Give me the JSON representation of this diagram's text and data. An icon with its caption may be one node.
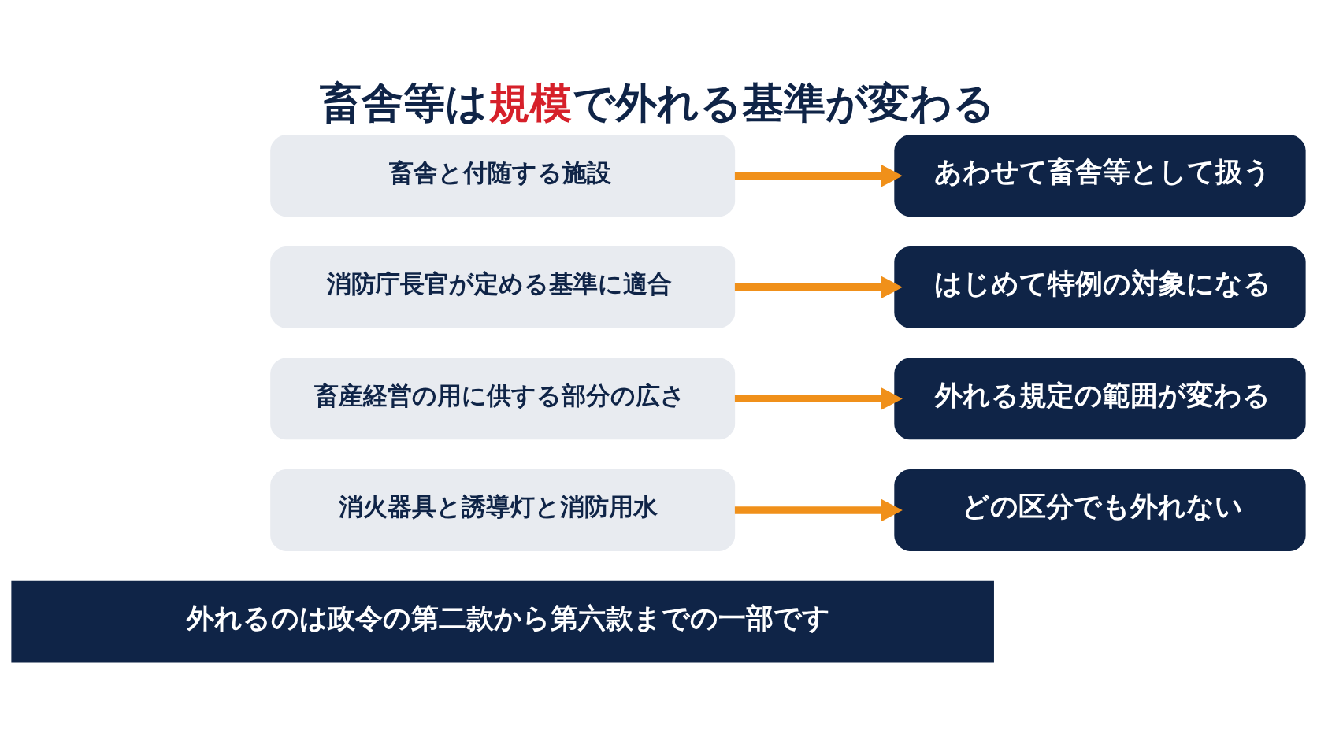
{
  "diagram": {
    "title": "畜舎等は**規模**で外れる基準が変わる",
    "nodes": [
      {
        "text": [
          "畜舎と付随する施設"
        ]
      },
      {
        "text": [
          "消防庁長官が定める基準に適合"
        ]
      },
      {
        "text": [
          "畜産経営の用に供する部分の広さ"
        ]
      },
      {
        "text": [
          "消火器具と誘導灯と消防用水"
        ]
      },
      {
        "text": [
          "あわせて畜舎等として扱う"
        ]
      },
      {
        "text": [
          "はじめて特例の対象になる"
        ]
      },
      {
        "text": [
          "外れる規定の範囲が変わる"
        ]
      },
      {
        "text": [
          "どの区分でも外れない"
        ]
      },
      {
        "text": [
          "外れるのは政令の第二款から第六款までの一部です"
        ]
      }
    ],
    "edges": [
      {
        "from": 0,
        "to": 4,
        "arrow": "to"
      },
      {
        "from": 1,
        "to": 5,
        "arrow": "to"
      },
      {
        "from": 2,
        "to": 6,
        "arrow": "to"
      },
      {
        "from": 3,
        "to": 7,
        "arrow": "to"
      }
    ]
  }
}
